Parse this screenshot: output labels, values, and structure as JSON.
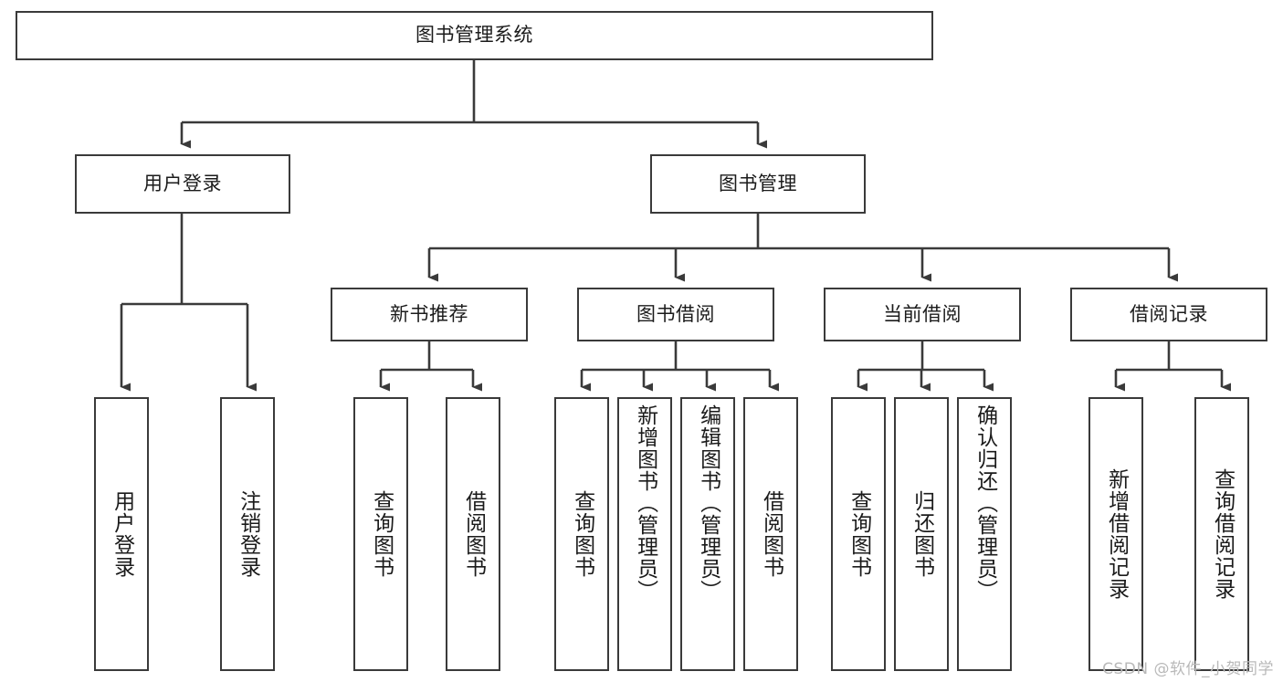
{
  "diagram": {
    "title": "图书管理系统",
    "type": "tree-hierarchy-diagram",
    "colors": {
      "box_border": "#3a3a3a",
      "box_fill": "#ffffff",
      "connector": "#3a3a3a",
      "text": "#1b1b1b",
      "watermark": "#b9b9b9"
    },
    "root": {
      "label": "图书管理系统"
    },
    "level2": [
      {
        "label": "用户登录"
      },
      {
        "label": "图书管理"
      }
    ],
    "level3": [
      {
        "label": "新书推荐"
      },
      {
        "label": "图书借阅"
      },
      {
        "label": "当前借阅"
      },
      {
        "label": "借阅记录"
      }
    ],
    "leaves": {
      "user_login": [
        {
          "label": "用户登录"
        },
        {
          "label": "注销登录"
        }
      ],
      "new_book_recommend": [
        {
          "label": "查询图书"
        },
        {
          "label": "借阅图书"
        }
      ],
      "book_borrow": [
        {
          "label": "查询图书"
        },
        {
          "label": "新增图书（管理员）"
        },
        {
          "label": "编辑图书（管理员）"
        },
        {
          "label": "借阅图书"
        }
      ],
      "current_borrow": [
        {
          "label": "查询图书"
        },
        {
          "label": "归还图书"
        },
        {
          "label": "确认归还（管理员）"
        }
      ],
      "borrow_records": [
        {
          "label": "新增借阅记录"
        },
        {
          "label": "查询借阅记录"
        }
      ]
    }
  },
  "watermark": {
    "text": "CSDN @软件_小贺同学"
  }
}
